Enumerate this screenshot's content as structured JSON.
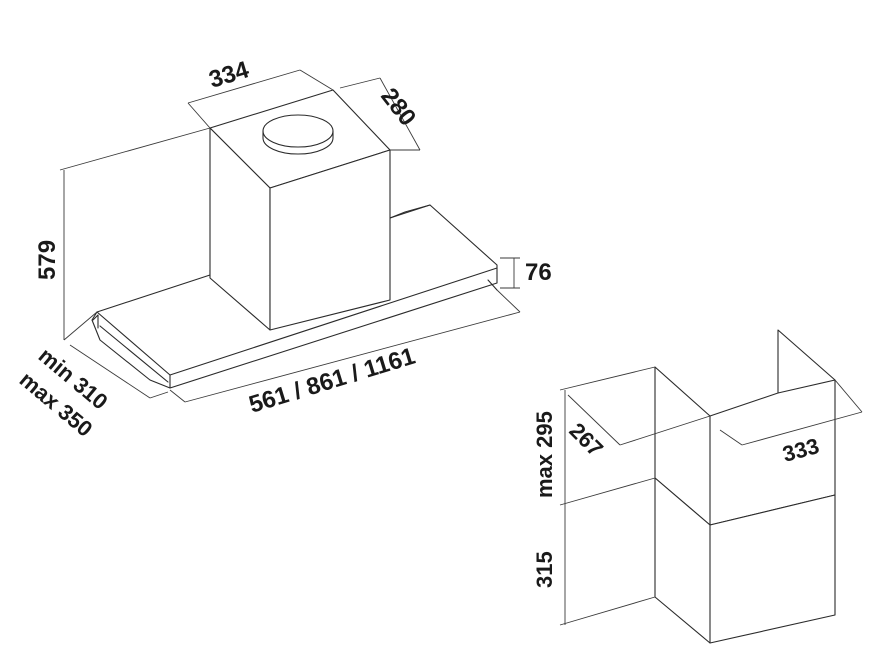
{
  "hood": {
    "depth_top": "334",
    "width_top": "280",
    "height": "579",
    "glass_height": "76",
    "depth_min": "min 310",
    "depth_max": "max 350",
    "widths": "561 / 861 / 1161"
  },
  "chimney": {
    "upper_height": "max 295",
    "lower_height": "315",
    "depth": "267",
    "width": "333"
  }
}
